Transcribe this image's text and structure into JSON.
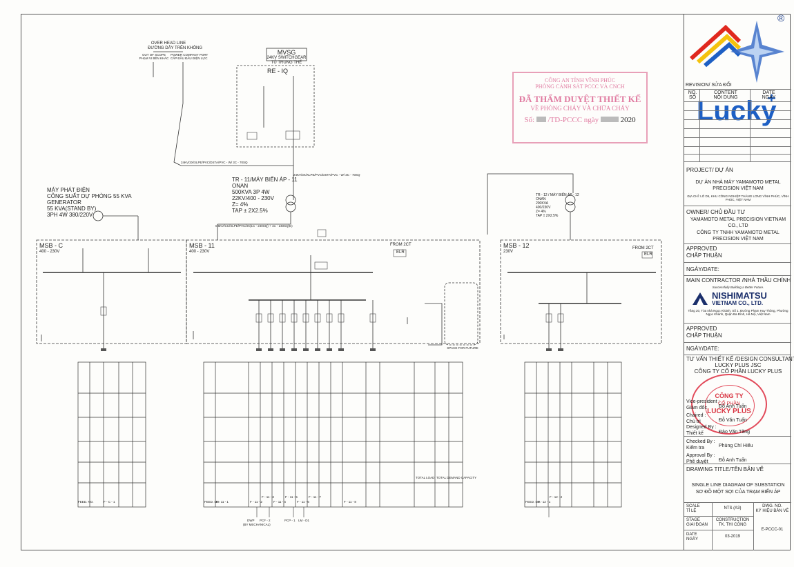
{
  "brand": {
    "registered_mark": "®",
    "logo_text": "Lucky",
    "logo_plus": "+",
    "colors": {
      "red": "#e0281e",
      "yellow": "#f4c20d",
      "blue": "#1d5fc4",
      "navy": "#1b2f6b",
      "stamp_red": "#d8323f",
      "stamp_pink": "#e07aa0"
    }
  },
  "revision": {
    "header": "REVISION/ SỬA ĐỔI",
    "no": "NO.",
    "so": "SỐ",
    "content": "CONTENT",
    "noi_dung": "NỘI DUNG",
    "date": "DATE",
    "ngay": "NGÀY"
  },
  "project": {
    "label": "PROJECT/ DỰ ÁN",
    "name": "DỰ ÁN NHÀ MÁY YAMAMOTO METAL PRECISION VIỆT NAM",
    "address": "ĐỊA CHỈ: LÔ D5, KHU CÔNG NGHIỆP THĂNG LONG VĨNH PHÚC, VĨNH PHÚC, VIỆT NAM"
  },
  "owner": {
    "label": "OWNER/ CHỦ ĐẦU TƯ",
    "name_en": "YAMAMOTO METAL PRECISION VIETNAM CO., LTD",
    "name_vn": "CÔNG TY TNHH YAMAMOTO METAL PRECISION VIỆT NAM"
  },
  "approved1": {
    "en": "APPROVED",
    "vn": "CHẤP THUẬN"
  },
  "ngay_date": "NGÀY/DATE:",
  "contractor": {
    "label": "MAIN CONTRACTOR /NHÀ THẦU CHÍNH",
    "tagline": "Successfully Building a Better Future.",
    "name1": "NISHIMATSU",
    "name2": "VIETNAM CO., LTD.",
    "address": "Tầng 20, Tòa nhà Ngọc Khánh, Số 1, Đường Phạm Huy Thông, Phường Ngọc Khánh, Quận Ba Đình, Hà Nội, Việt Nam"
  },
  "approved2": {
    "en": "APPROVED",
    "vn": "CHẤP THUẬN"
  },
  "ngay_date2": "NGÀY/DATE:",
  "consultant": {
    "label": "TƯ VẤN THIẾT KẾ /DESIGN CONSULTANT",
    "name_en": "LUCKY PLUS JSC",
    "name_vn": "CÔNG TY CỔ PHẦN LUCKY PLUS"
  },
  "people": [
    {
      "role_en": "Vice-president :",
      "role_vn": "Giám đốc",
      "name": "Đỗ Anh Tuấn"
    },
    {
      "role_en": "Chaired :",
      "role_vn": "Chủ trì",
      "name": "Đỗ Văn Tuấn"
    },
    {
      "role_en": "Designed By :",
      "role_vn": "Thiết kế",
      "name": "Đào Văn Tăng"
    },
    {
      "role_en": "Checked By :",
      "role_vn": "Kiểm tra",
      "name": "Phùng Chí Hiếu"
    },
    {
      "role_en": "Approval By :",
      "role_vn": "Phê duyệt",
      "name": "Đỗ Anh Tuấn"
    }
  ],
  "drawing": {
    "label": "DRAWING TITLE/TÊN BẢN VẼ",
    "title_en": "SINGLE LINE DIAGRAM OF SUBSTATION",
    "title_vn": "SƠ ĐỒ MỘT SỢI CỦA TRẠM BIẾN ÁP"
  },
  "footer": {
    "scale": "SCALE",
    "ti_le": "TỈ LỆ",
    "scale_val": "NTS (A3)",
    "dwg_no": "DWG. NO.",
    "ky_hieu": "KÝ HIỆU BẢN VẼ",
    "stage": "STAGE",
    "giai_doan": "GIAI ĐOẠN",
    "stage_val1": "CONSTRUCTION",
    "stage_val2": "TK. THI CÔNG",
    "date": "DATE",
    "ngay": "NGÀY",
    "date_val": "03-2019",
    "dwg_val": "E-PCCC-01"
  },
  "fire_stamp": {
    "line1": "CÔNG AN TỈNH VĨNH PHÚC",
    "line2": "PHÒNG CẢNH SÁT PCCC VÀ CNCH",
    "line3": "ĐÃ THẨM DUYỆT THIẾT KẾ",
    "line4": "VỀ PHÒNG CHÁY VÀ CHỮA CHÁY",
    "line5a": "Số:",
    "line5b": "/TD-PCCC ngày",
    "line5c": "2020"
  },
  "company_seal": {
    "top": "CÔNG TY",
    "mid": "CỔ PHẦN",
    "brand": "LUCKY PLUS"
  },
  "diagram": {
    "mvsg_title": "MVSG",
    "mvsg_sub1": "24KV SWITCHGEAR",
    "mvsg_sub2": "TỦ TRUNG THẾ",
    "re_iq": "RE - IQ",
    "tr11": [
      "TR - 11/MÁY BIẾN ÁP - 11",
      "ONAN",
      "500KVA 3P 4W",
      "22KV/400 - 230V",
      "Z= 4%",
      "TAP ± 2X2.5%"
    ],
    "gen": [
      "MÁY PHÁT ĐIỆN",
      "CÔNG SUẤT DỰ PHÒNG 55 KVA",
      "GENERATOR",
      "55 KVA(STAND BY)",
      "3PH 4W 380/220V"
    ],
    "msb_c": "MSB - C",
    "msb_c_v": "400 - 230V",
    "msb_11": "MSB - 11",
    "msb_11_v": "400 - 230V",
    "msb_12": "MSB - 12",
    "msb_12_v": "230V",
    "from_2ct": "FROM 2CT",
    "elr": "ELR",
    "overhead": [
      "OVER HEAD LINE",
      "ĐƯỜNG DÂY TRÊN KHÔNG"
    ],
    "scope_of": [
      "OUT OF SCOPE",
      "PHẠM VI BÊN KHÁC"
    ],
    "power_co": [
      "POWER COMPANY PORT",
      "CẤP ĐẦU ĐẦU ĐIỆN LỰC"
    ],
    "cable_main": "24KV/3X/XLPE/PVC/DSTA/PVC - W/ 3C - 70SQ",
    "cable_lv": "0.6KV/CU/XLPE/PVC/3X(1C - 240SQ) + 1C - 240SQ(E)",
    "fcb": "FEED. NO.",
    "total_load": "TOTAL LOAD",
    "demand": "TOTAL DEMAND CAPACITY",
    "feeders_left": [
      "F - C - 1"
    ],
    "feeders_mid": [
      "F - 11 - 1",
      "F - 11 - 2",
      "F - 11 - 3",
      "F - 11 - 4",
      "F - 11 - 5",
      "F - 11 - 6",
      "F - 11 - 7",
      "F - 11 - 8"
    ],
    "feeders_right": [
      "F - 12 - 1",
      "F - 12 - 2"
    ],
    "pump_labels": [
      "DWP",
      "PCF - 2",
      "PCP - 1",
      "LM - D1"
    ],
    "pump_note": "(BY MECHANICAL)",
    "tr12": [
      "TR - 12 / MÁY BIẾN ÁP - 12",
      "ONAN",
      "200KVA",
      "400/230V",
      "Z= 4%",
      "TAP ± 2X2.5%"
    ],
    "future_box": "SPACE FOR FUTURE"
  }
}
